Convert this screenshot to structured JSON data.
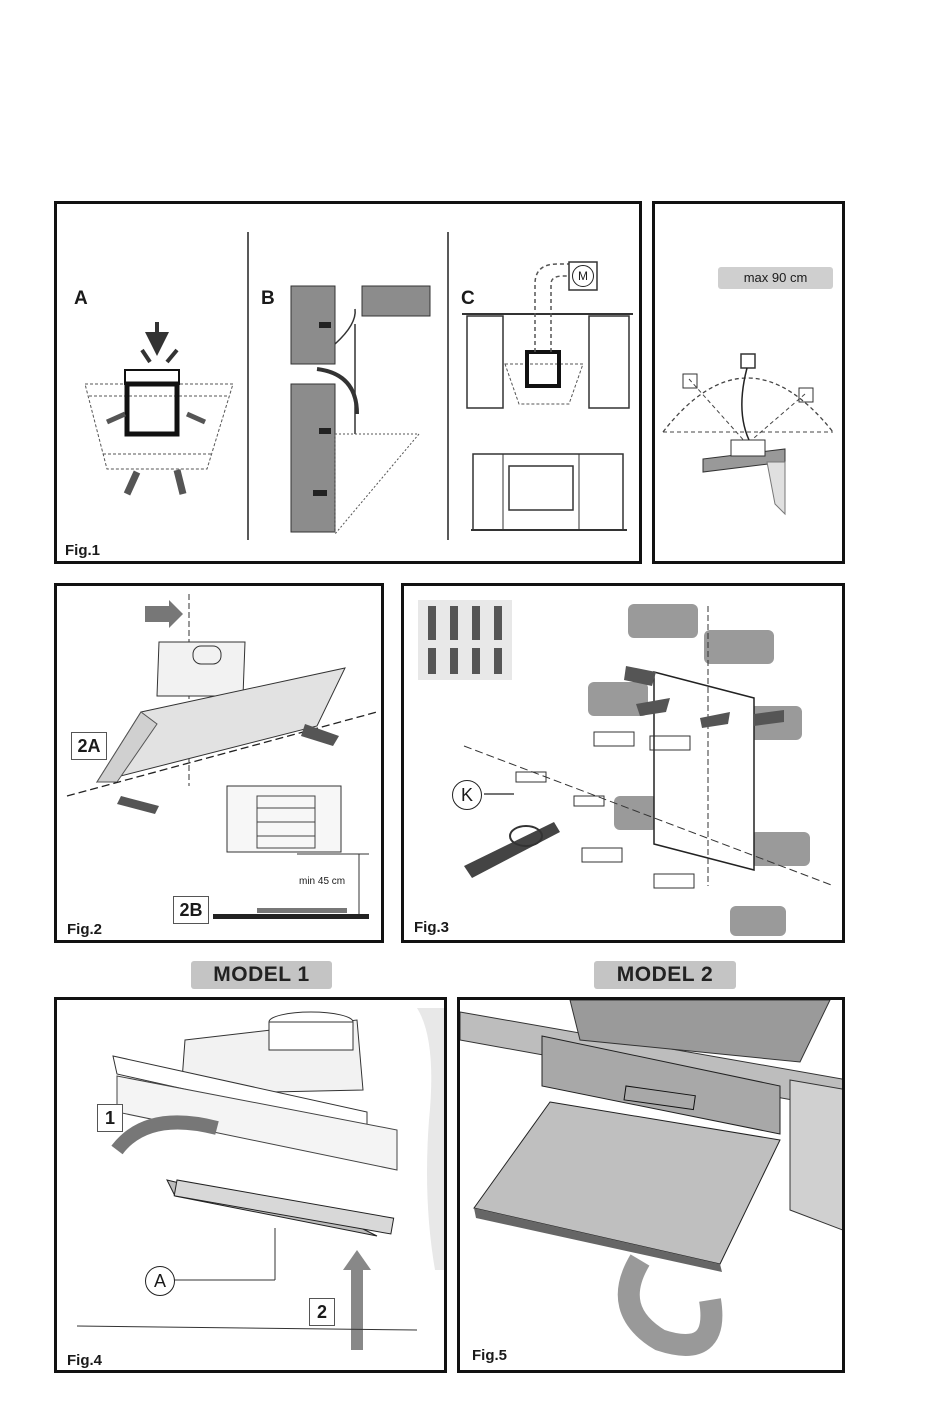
{
  "fig1": {
    "caption": "Fig.1",
    "sections": {
      "a": "A",
      "b": "B",
      "c": "C"
    },
    "motor_label": "M"
  },
  "fig1_side": {
    "max_label": "max 90 cm"
  },
  "fig2": {
    "caption": "Fig.2",
    "label_2a": "2A",
    "label_2b": "2B",
    "min_label": "min 45 cm"
  },
  "fig3": {
    "caption": "Fig.3",
    "k_label": "K"
  },
  "models": {
    "model1": "MODEL 1",
    "model2": "MODEL 2"
  },
  "fig4": {
    "caption": "Fig.4",
    "step1": "1",
    "step2": "2",
    "part_a": "A"
  },
  "fig5": {
    "caption": "Fig.5"
  }
}
